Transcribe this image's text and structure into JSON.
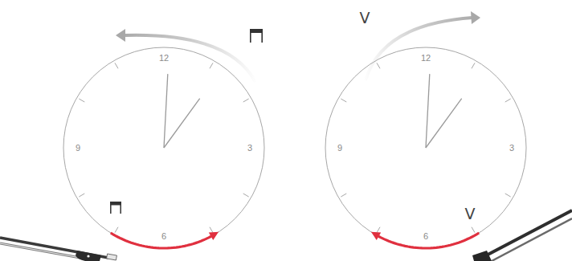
{
  "diagram": {
    "nodes": [
      {
        "text": [
          "12",
          "9",
          "3",
          "6"
        ]
      },
      {
        "text": [
          "12",
          "9",
          "3",
          "6"
        ]
      }
    ],
    "labels": [
      "V",
      "V"
    ]
  }
}
